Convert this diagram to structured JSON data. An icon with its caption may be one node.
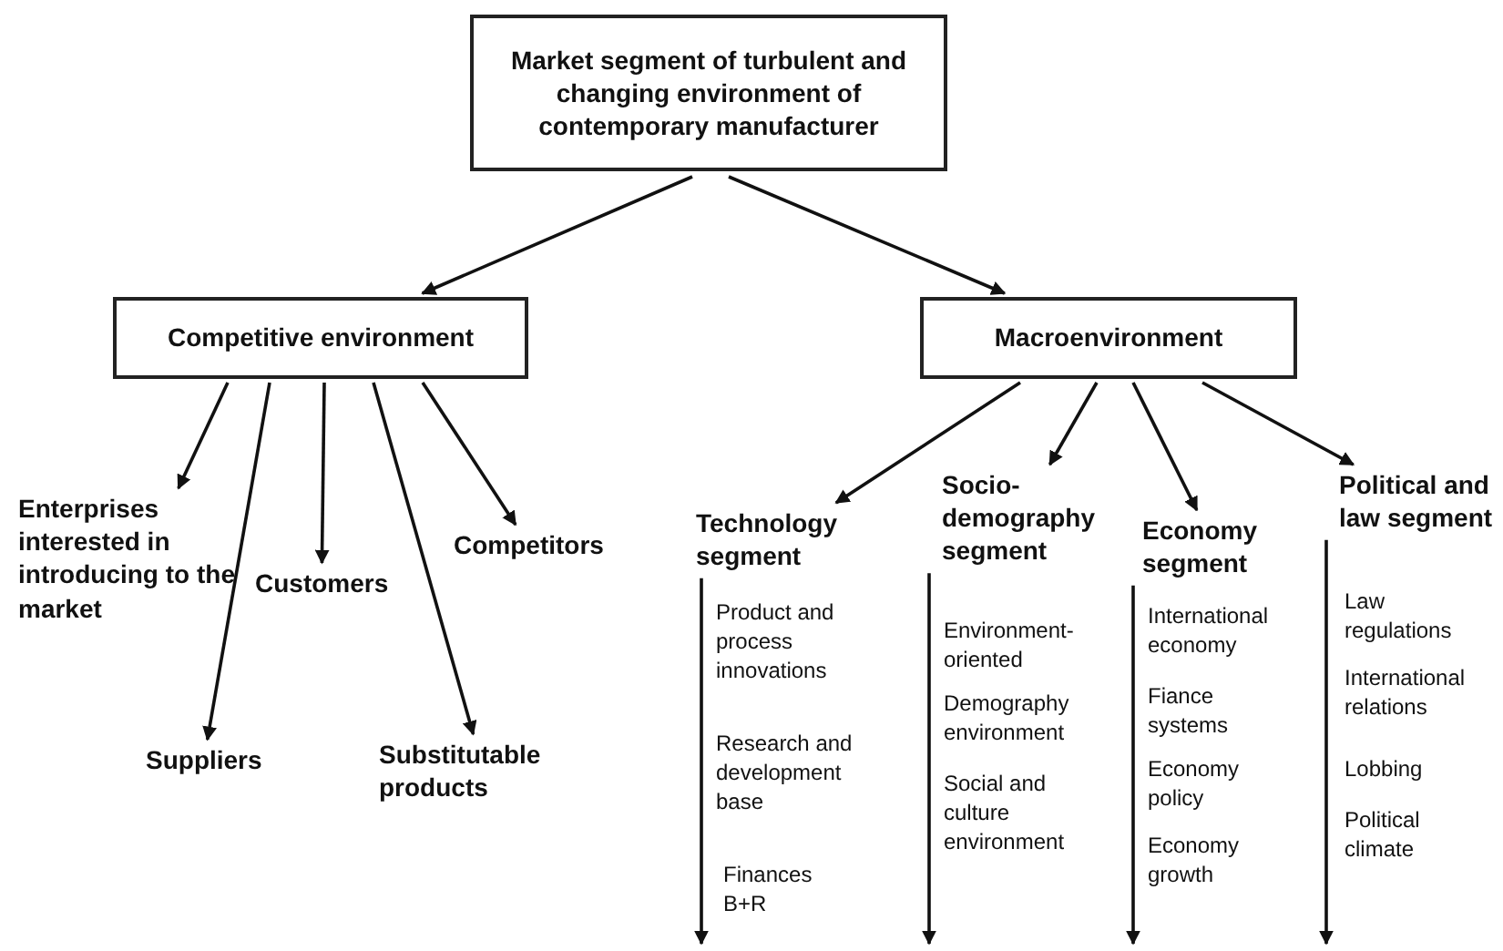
{
  "diagram": {
    "nodes": [
      {
        "text": [
          "Market segment of turbulent and changing environment of contemporary manufacturer"
        ]
      },
      {
        "text": [
          "Competitive environment"
        ]
      },
      {
        "text": [
          "Macroenvironment"
        ]
      },
      {
        "text": [
          "Enterprises interested in introducing to the market"
        ]
      },
      {
        "text": [
          "Suppliers"
        ]
      },
      {
        "text": [
          "Customers"
        ]
      },
      {
        "text": [
          "Substitutable products"
        ]
      },
      {
        "text": [
          "Competitors"
        ]
      },
      {
        "text": [
          "Technology segment"
        ],
        "beside": [
          "Product and process innovations",
          "Research and development base",
          "Finances B+R"
        ]
      },
      {
        "text": [
          "Socio-demography segment"
        ],
        "beside": [
          "Environment-oriented",
          "Demography environment",
          "Social and culture environment"
        ]
      },
      {
        "text": [
          "Economy segment"
        ],
        "beside": [
          "International economy",
          "Fiance systems",
          "Economy policy",
          "Economy growth"
        ]
      },
      {
        "text": [
          "Political and law segment"
        ],
        "beside": [
          "Law regulations",
          "International relations",
          "Lobbing",
          "Political climate"
        ]
      }
    ],
    "edges": [
      {
        "from": 0,
        "to": 1,
        "arrow": "to"
      },
      {
        "from": 0,
        "to": 2,
        "arrow": "to"
      },
      {
        "from": 1,
        "to": 3,
        "arrow": "to"
      },
      {
        "from": 1,
        "to": 4,
        "arrow": "to"
      },
      {
        "from": 1,
        "to": 5,
        "arrow": "to"
      },
      {
        "from": 1,
        "to": 6,
        "arrow": "to"
      },
      {
        "from": 1,
        "to": 7,
        "arrow": "to"
      },
      {
        "from": 2,
        "to": 8,
        "arrow": "to"
      },
      {
        "from": 2,
        "to": 9,
        "arrow": "to"
      },
      {
        "from": 2,
        "to": 10,
        "arrow": "to"
      },
      {
        "from": 2,
        "to": 11,
        "arrow": "to"
      },
      {
        "from": 8,
        "to": null,
        "arrow": "to"
      },
      {
        "from": 9,
        "to": null,
        "arrow": "to"
      },
      {
        "from": 10,
        "to": null,
        "arrow": "to"
      },
      {
        "from": 11,
        "to": null,
        "arrow": "to"
      }
    ]
  }
}
